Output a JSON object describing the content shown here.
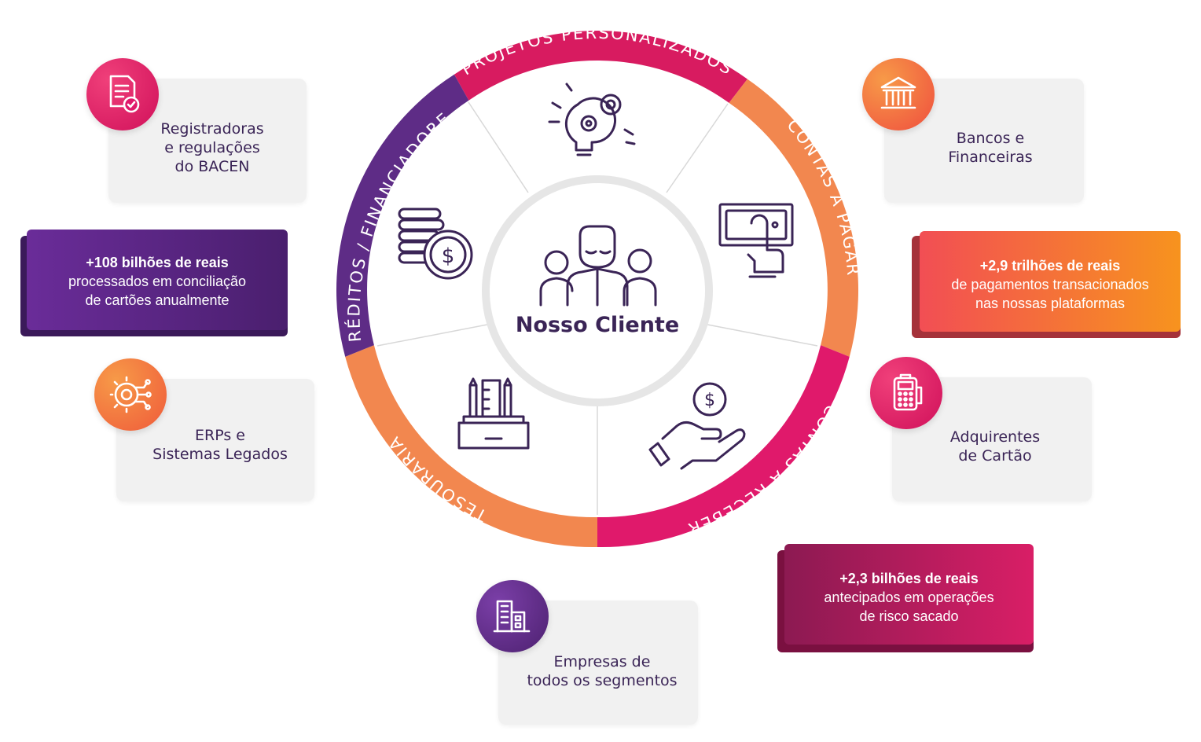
{
  "center": {
    "title": "Nosso Cliente",
    "icon": "client-group-icon"
  },
  "ring_segments": [
    {
      "label": "PROJETOS PERSONALIZADOS",
      "color": "#d81b60",
      "icon": "lightbulb-gears-icon"
    },
    {
      "label": "CONTAS A PAGAR",
      "color": "#f2874f",
      "icon": "hand-banknote-icon"
    },
    {
      "label": "CONTAS A RECEBER",
      "color": "#e0196b",
      "icon": "hand-dollar-coin-icon"
    },
    {
      "label": "TESOURARIA",
      "color": "#f2874f",
      "icon": "desk-organizer-icon"
    },
    {
      "label": "CRÉDITOS / FINANCIADORES",
      "color": "#5e2c86",
      "icon": "coin-stack-icon"
    }
  ],
  "cards": {
    "registradoras": {
      "text": "Registradoras\ne regulações\ndo BACEN",
      "icon": "document-check-icon",
      "badge_color": "#e0196b"
    },
    "erps": {
      "text": "ERPs e\nSistemas Legados",
      "icon": "gear-circuit-icon",
      "badge_color": "#f4753a"
    },
    "bancos": {
      "text": "Bancos e\nFinanceiras",
      "icon": "bank-building-icon",
      "badge_color": "#f4753a"
    },
    "adquirentes": {
      "text": "Adquirentes\nde Cartão",
      "icon": "card-machine-icon",
      "badge_color": "#e0196b"
    },
    "empresas": {
      "text": "Empresas de\ntodos os segmentos",
      "icon": "office-building-icon",
      "badge_color": "#5e2c86"
    }
  },
  "stats": {
    "conciliacao": {
      "highlight": "+108 bilhões de reais",
      "body": "processados em conciliação\nde cartões anualmente"
    },
    "pagamentos": {
      "highlight": "+2,9 trilhões de reais",
      "body": "de pagamentos transacionados\nnas nossas plataformas"
    },
    "risco": {
      "highlight": "+2,3 bilhões de reais",
      "body": "antecipados em operações\nde risco sacado"
    }
  }
}
